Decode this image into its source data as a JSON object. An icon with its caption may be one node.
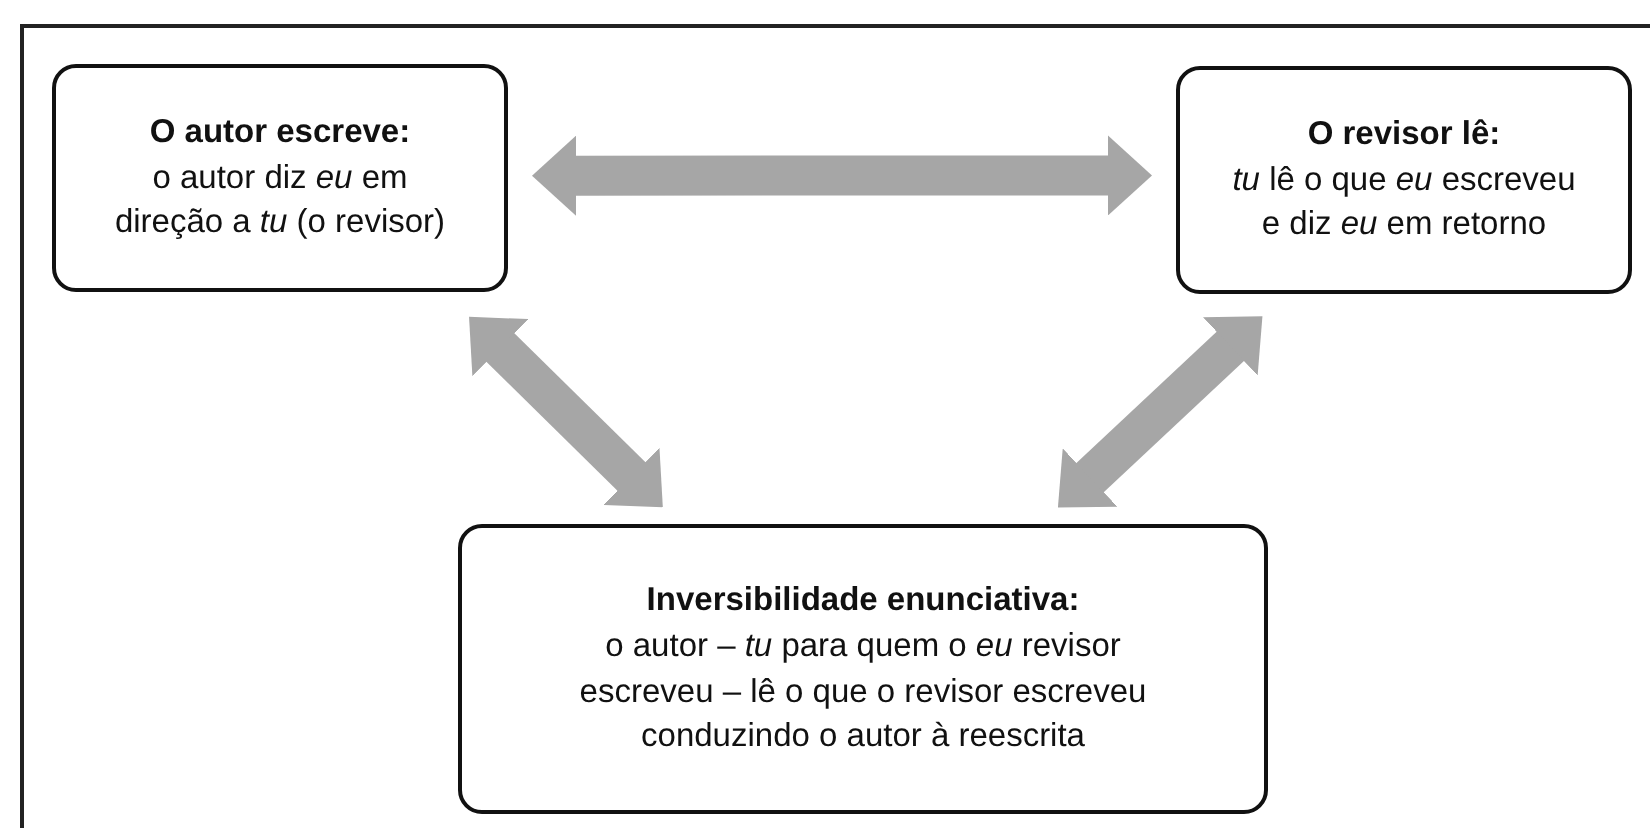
{
  "diagram": {
    "nodes": [
      {
        "text": [
          "O autor escreve:",
          "o autor diz *eu* em direção a *tu* (o revisor)"
        ]
      },
      {
        "text": [
          "O revisor lê:",
          "*tu* lê o que *eu* escreveu e diz *eu* em retorno"
        ]
      },
      {
        "text": [
          "Inversibilidade enunciativa:",
          "o autor – *tu* para quem o *eu* revisor escreveu – lê o que o revisor escreveu conduzindo o autor à reescrita"
        ]
      }
    ],
    "edges": [
      {
        "from": 0,
        "to": 1,
        "arrow": "both"
      },
      {
        "from": 0,
        "to": 2,
        "arrow": "both"
      },
      {
        "from": 1,
        "to": 2,
        "arrow": "both"
      }
    ]
  }
}
